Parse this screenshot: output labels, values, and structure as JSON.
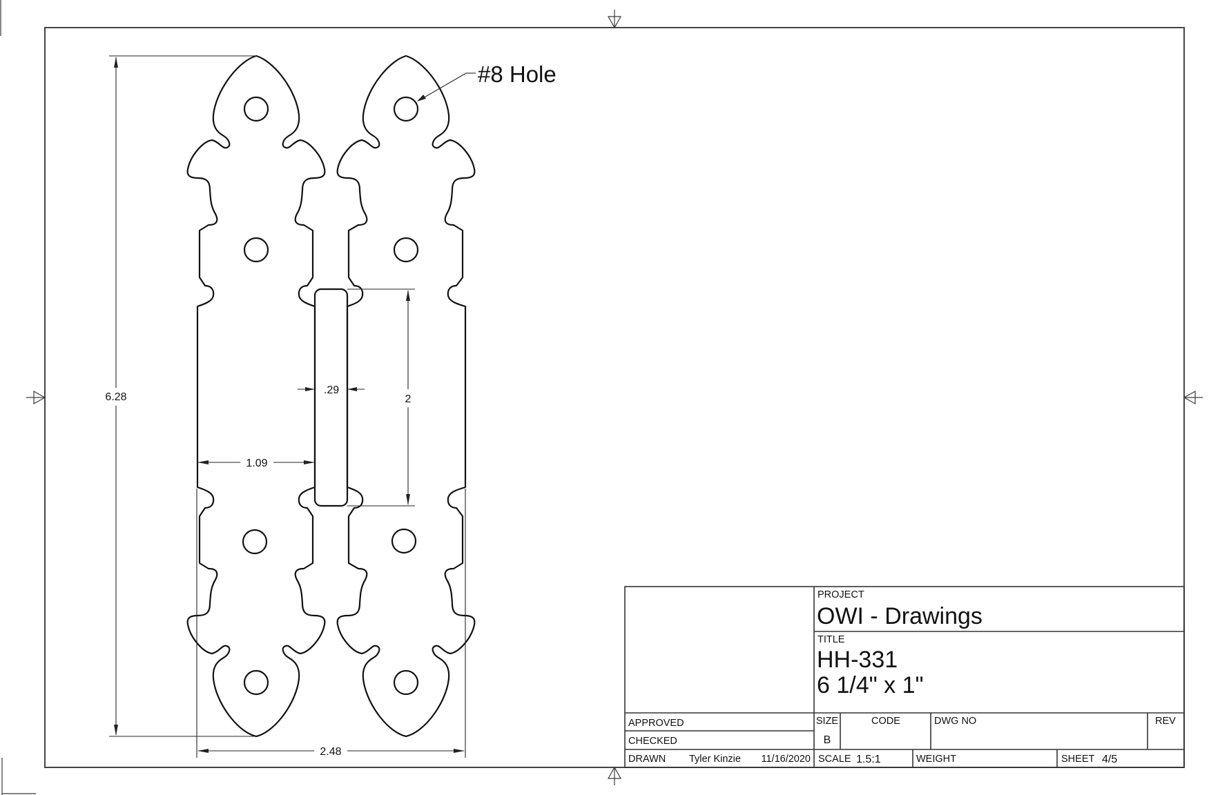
{
  "drawing": {
    "note": {
      "label": "#8 Hole"
    },
    "dimensions": {
      "overall_height": "6.28",
      "overall_width": "2.48",
      "pin_width": ".29",
      "pin_length": "2",
      "leaf_inner_width": "1.09"
    }
  },
  "title_block": {
    "project_label": "PROJECT",
    "project_value": "OWI - Drawings",
    "title_label": "TITLE",
    "title_line1": "HH-331",
    "title_line2": "6 1/4\" x 1\"",
    "approved_label": "APPROVED",
    "checked_label": "CHECKED",
    "drawn_label": "DRAWN",
    "drawn_by": "Tyler Kinzie",
    "drawn_date": "11/16/2020",
    "size_label": "SIZE",
    "size_value": "B",
    "code_label": "CODE",
    "dwg_no_label": "DWG NO",
    "rev_label": "REV",
    "scale_label": "SCALE",
    "scale_value": "1.5:1",
    "weight_label": "WEIGHT",
    "sheet_label": "SHEET",
    "sheet_value": "4/5"
  }
}
